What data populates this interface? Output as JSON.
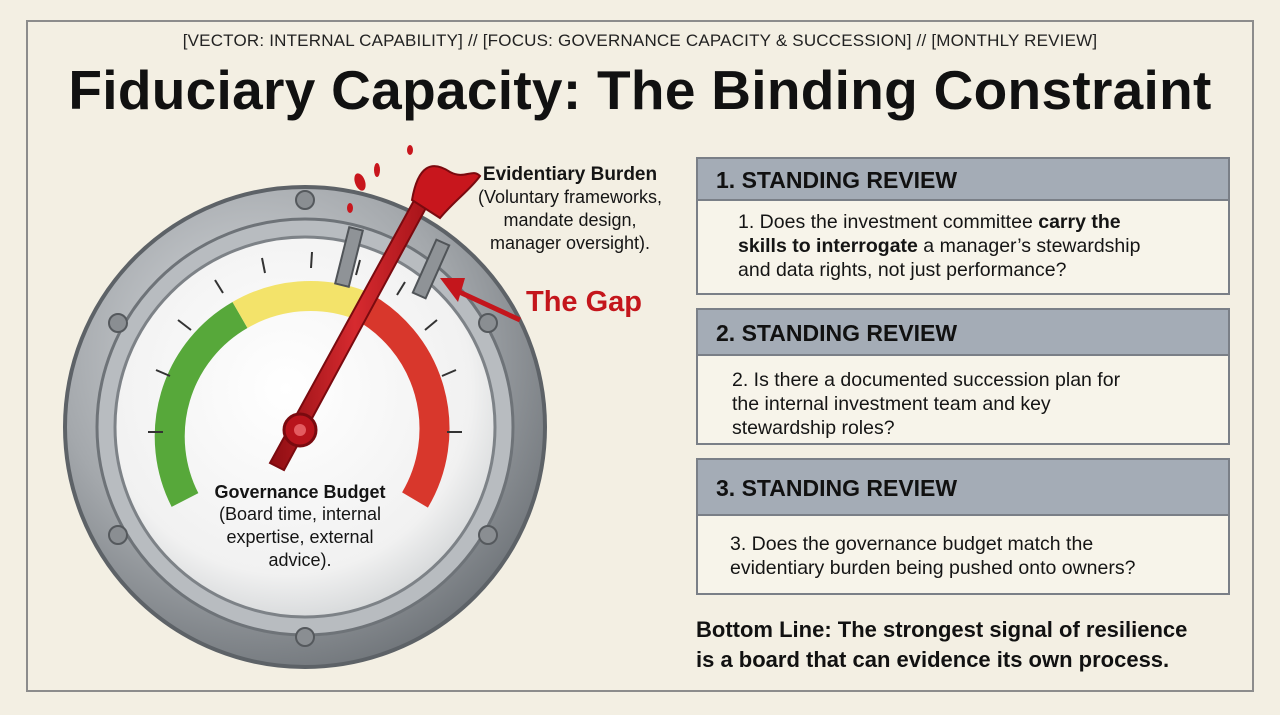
{
  "header": {
    "tagline": "[VECTOR: INTERNAL CAPABILITY] // [FOCUS: GOVERNANCE CAPACITY & SUCCESSION] // [MONTHLY REVIEW]",
    "title": "Fiduciary Capacity: The Binding Constraint"
  },
  "gauge": {
    "burden_title": "Evidentiary Burden",
    "burden_desc": [
      "(Voluntary frameworks,",
      "mandate design,",
      "manager oversight)."
    ],
    "gap_label": "The Gap",
    "budget_title": "Governance Budget",
    "budget_desc": [
      "(Board time, internal",
      "expertise, external",
      "advice)."
    ],
    "colors": {
      "green": "#57a83a",
      "yellow": "#f3e36a",
      "red": "#d8372c",
      "needle": "#b8141c",
      "gap_arrow": "#c4161c",
      "bezel": "#9ea2a6"
    }
  },
  "reviews": [
    {
      "header": "1. STANDING REVIEW",
      "parts": [
        {
          "t": "1. Does the investment committee ",
          "b": false
        },
        {
          "t": "carry the",
          "b": true
        },
        {
          "t": "\n",
          "b": false
        },
        {
          "t": "skills to interrogate",
          "b": true
        },
        {
          "t": " a manager’s stewardship\nand data rights, not just performance?",
          "b": false
        }
      ]
    },
    {
      "header": "2. STANDING REVIEW",
      "parts": [
        {
          "t": "2. Is there a documented succession plan for\nthe internal investment team and key\nstewardship roles?",
          "b": false
        }
      ]
    },
    {
      "header": "3. STANDING REVIEW",
      "parts": [
        {
          "t": "3. Does the governance budget match the\nevidentiary burden being pushed onto owners?",
          "b": false
        }
      ]
    }
  ],
  "bottom_line": [
    "Bottom Line: The strongest signal of resilience",
    "is a board that can evidence its own process."
  ]
}
